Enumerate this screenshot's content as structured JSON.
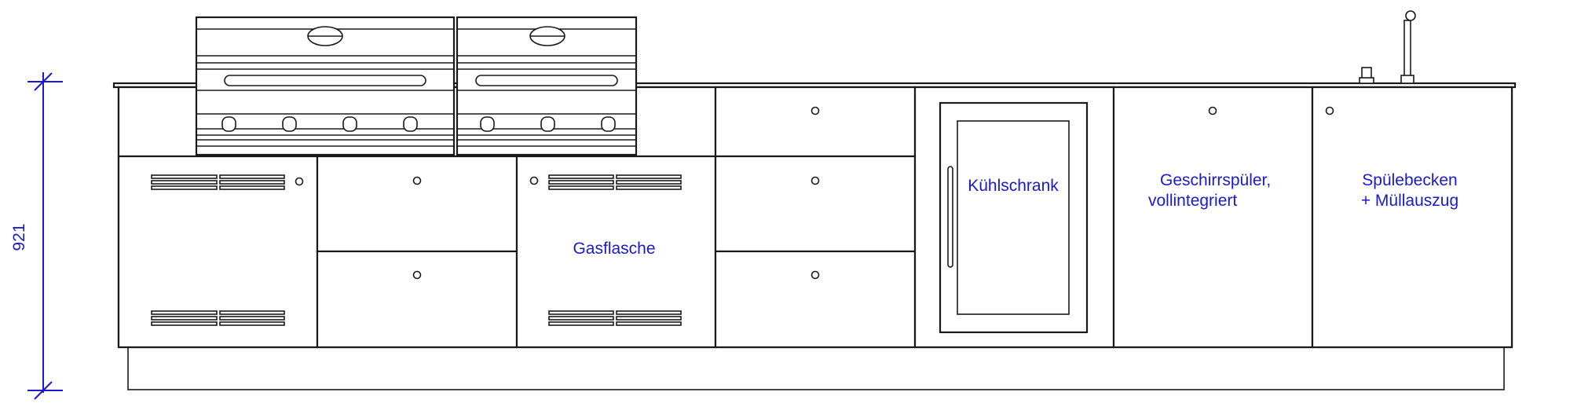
{
  "dimension": {
    "height_label": "921"
  },
  "labels": {
    "gas_bottle": "Gasflasche",
    "fridge": "Kühlschrank",
    "dishwasher_line1": "Geschirrspüler,",
    "dishwasher_line2": "vollintegriert",
    "sink_line1": "Spülebecken",
    "sink_line2": "+ Müllauszug"
  },
  "colors": {
    "label": "#1a1acc",
    "line": "#1a1a1a"
  }
}
